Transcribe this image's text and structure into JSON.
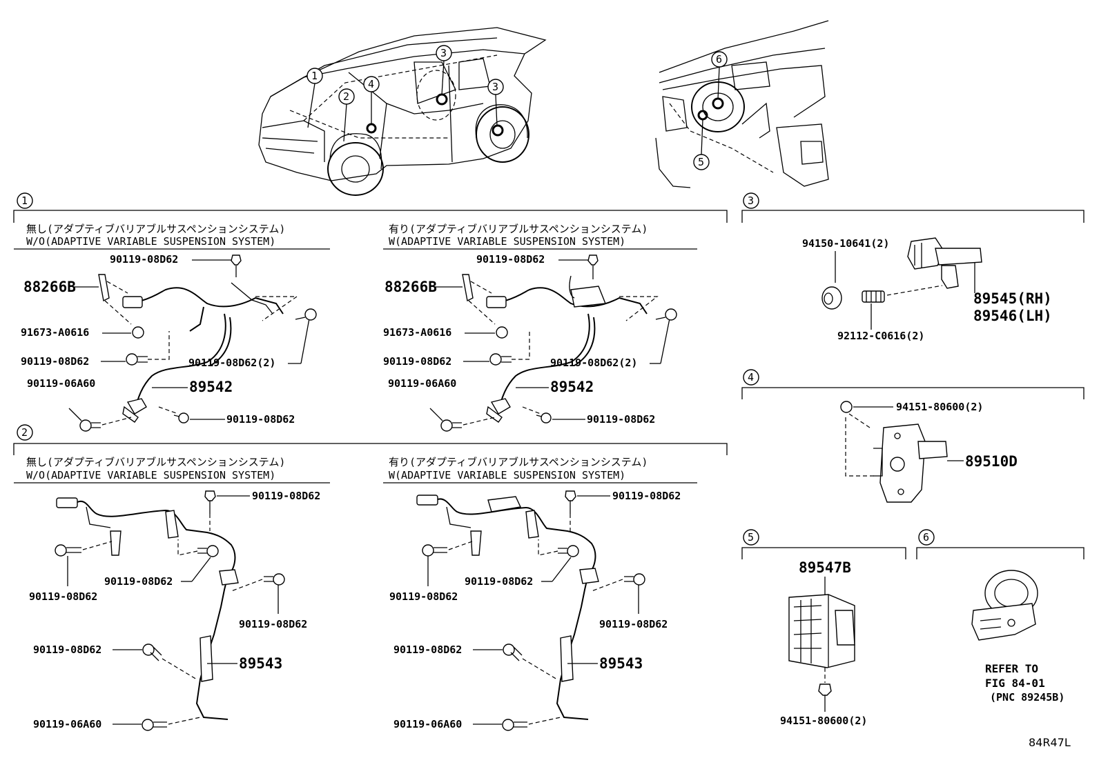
{
  "diagram_code": "84R47L",
  "sections": [
    {
      "id": "1",
      "label": "1"
    },
    {
      "id": "2",
      "label": "2"
    },
    {
      "id": "3",
      "label": "3"
    },
    {
      "id": "4",
      "label": "4"
    },
    {
      "id": "5",
      "label": "5"
    },
    {
      "id": "6",
      "label": "6"
    }
  ],
  "vehicle_callouts": [
    "1",
    "2",
    "3",
    "3",
    "4",
    "5",
    "6"
  ],
  "variants": {
    "without_jp": "無し(アダプティブバリアブルサスペンションシステム)",
    "without_en": "W/O(ADAPTIVE VARIABLE SUSPENSION SYSTEM)",
    "with_jp": "有り(アダプティブバリアブルサスペンションシステム)",
    "with_en": "W(ADAPTIVE VARIABLE SUSPENSION SYSTEM)"
  },
  "section1": {
    "bolt_top": "90119-08D62",
    "bracket": "88266B",
    "clip": "91673-A0616",
    "bolt_left": "90119-08D62",
    "bolt_right": "90119-08D62(2)",
    "harness": "89542",
    "bolt_low": "90119-06A60",
    "bolt_bottom": "90119-08D62"
  },
  "section2": {
    "bolt_top": "90119-08D62",
    "bolt_mid": "90119-08D62",
    "bolt_left": "90119-08D62",
    "bolt_right": "90119-08D62",
    "bolt_lower": "90119-08D62",
    "harness": "89543",
    "bolt_bottom": "90119-06A60"
  },
  "section3": {
    "bolt": "94150-10641(2)",
    "collar": "92112-C0616(2)",
    "sensor_rh": "89545(RH)",
    "sensor_lh": "89546(LH)"
  },
  "section4": {
    "bolt": "94151-80600(2)",
    "sensor": "89510D"
  },
  "section5": {
    "unit": "89547B",
    "bolt": "94151-80600(2)"
  },
  "section6": {
    "refer_1": "REFER TO",
    "refer_2": "FIG 84-01",
    "refer_3": "(PNC 89245B)"
  }
}
